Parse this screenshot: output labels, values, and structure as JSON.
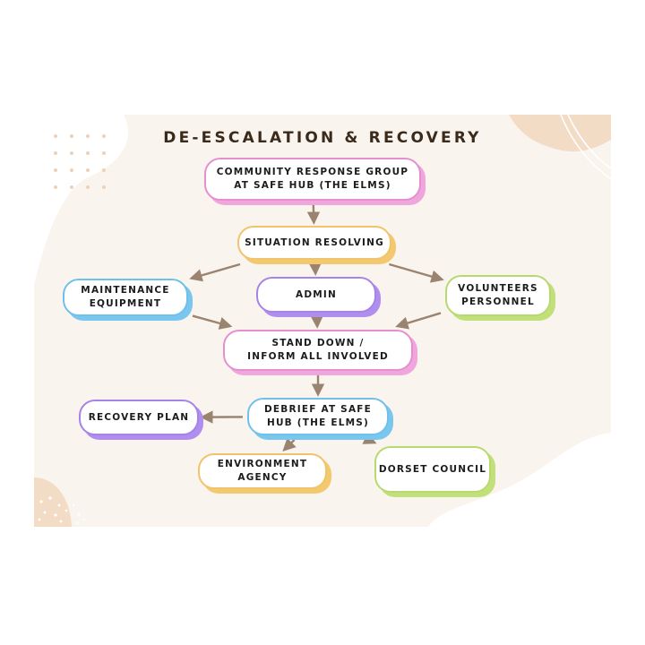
{
  "title": "DE-ESCALATION & RECOVERY",
  "colors": {
    "background": "#faf4ee",
    "accent_shape": "#f3dcc6",
    "arrow": "#9a8470",
    "title_text": "#3a2a1c",
    "pink": "#e58fd0",
    "orange": "#f0c46a",
    "blue": "#6fc0ea",
    "purple": "#a683e6",
    "green": "#b8d970"
  },
  "nodes": {
    "community": {
      "label": "COMMUNITY RESPONSE GROUP\nAT SAFE HUB (THE ELMS)",
      "color": "pink"
    },
    "situation": {
      "label": "SITUATION RESOLVING",
      "color": "orange"
    },
    "maintenance": {
      "label": "MAINTENANCE\nEQUIPMENT",
      "color": "blue"
    },
    "admin": {
      "label": "ADMIN",
      "color": "purple"
    },
    "volunteers": {
      "label": "VOLUNTEERS\nPERSONNEL",
      "color": "green"
    },
    "standdown": {
      "label": "STAND DOWN /\nINFORM ALL INVOLVED",
      "color": "pink"
    },
    "debrief": {
      "label": "DEBRIEF AT SAFE\nHUB (THE ELMS)",
      "color": "blue"
    },
    "recovery": {
      "label": "RECOVERY PLAN",
      "color": "purple"
    },
    "environment": {
      "label": "ENVIRONMENT\nAGENCY",
      "color": "orange"
    },
    "dorset": {
      "label": "DORSET COUNCIL",
      "color": "green"
    }
  },
  "edges": [
    {
      "from": "community",
      "to": "situation"
    },
    {
      "from": "situation",
      "to": "maintenance"
    },
    {
      "from": "situation",
      "to": "admin"
    },
    {
      "from": "situation",
      "to": "volunteers"
    },
    {
      "from": "maintenance",
      "to": "standdown"
    },
    {
      "from": "admin",
      "to": "standdown"
    },
    {
      "from": "volunteers",
      "to": "standdown"
    },
    {
      "from": "standdown",
      "to": "debrief"
    },
    {
      "from": "debrief",
      "to": "recovery"
    },
    {
      "from": "debrief",
      "to": "environment"
    },
    {
      "from": "debrief",
      "to": "dorset"
    }
  ]
}
